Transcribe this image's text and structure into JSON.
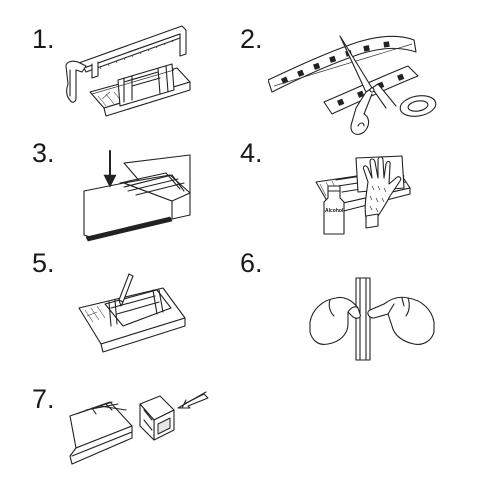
{
  "steps": [
    {
      "number": "1.",
      "action_icon": "hacksaw-icon",
      "object_icon": "aluminium-profile-icon"
    },
    {
      "number": "2.",
      "action_icon": "scissors-icon",
      "object_icon": "led-strip-icon"
    },
    {
      "number": "3.",
      "action_icon": "arrow-down-icon",
      "object_icon": "adhesive-tape-icon"
    },
    {
      "number": "4.",
      "action_icon": "gloved-hand-icon",
      "object_icon": "alcohol-bottle-icon",
      "bottle_label": "Alcohol"
    },
    {
      "number": "5.",
      "action_icon": "pen-icon",
      "object_icon": "aluminium-profile-icon"
    },
    {
      "number": "6.",
      "action_icon": "hands-pressing-icon",
      "object_icon": "diffuser-cover-icon"
    },
    {
      "number": "7.",
      "action_icon": "arrow-icon",
      "object_icon": "end-cap-icon"
    }
  ],
  "colors": {
    "line": "#222222",
    "background": "#ffffff",
    "tape": "#333333"
  }
}
